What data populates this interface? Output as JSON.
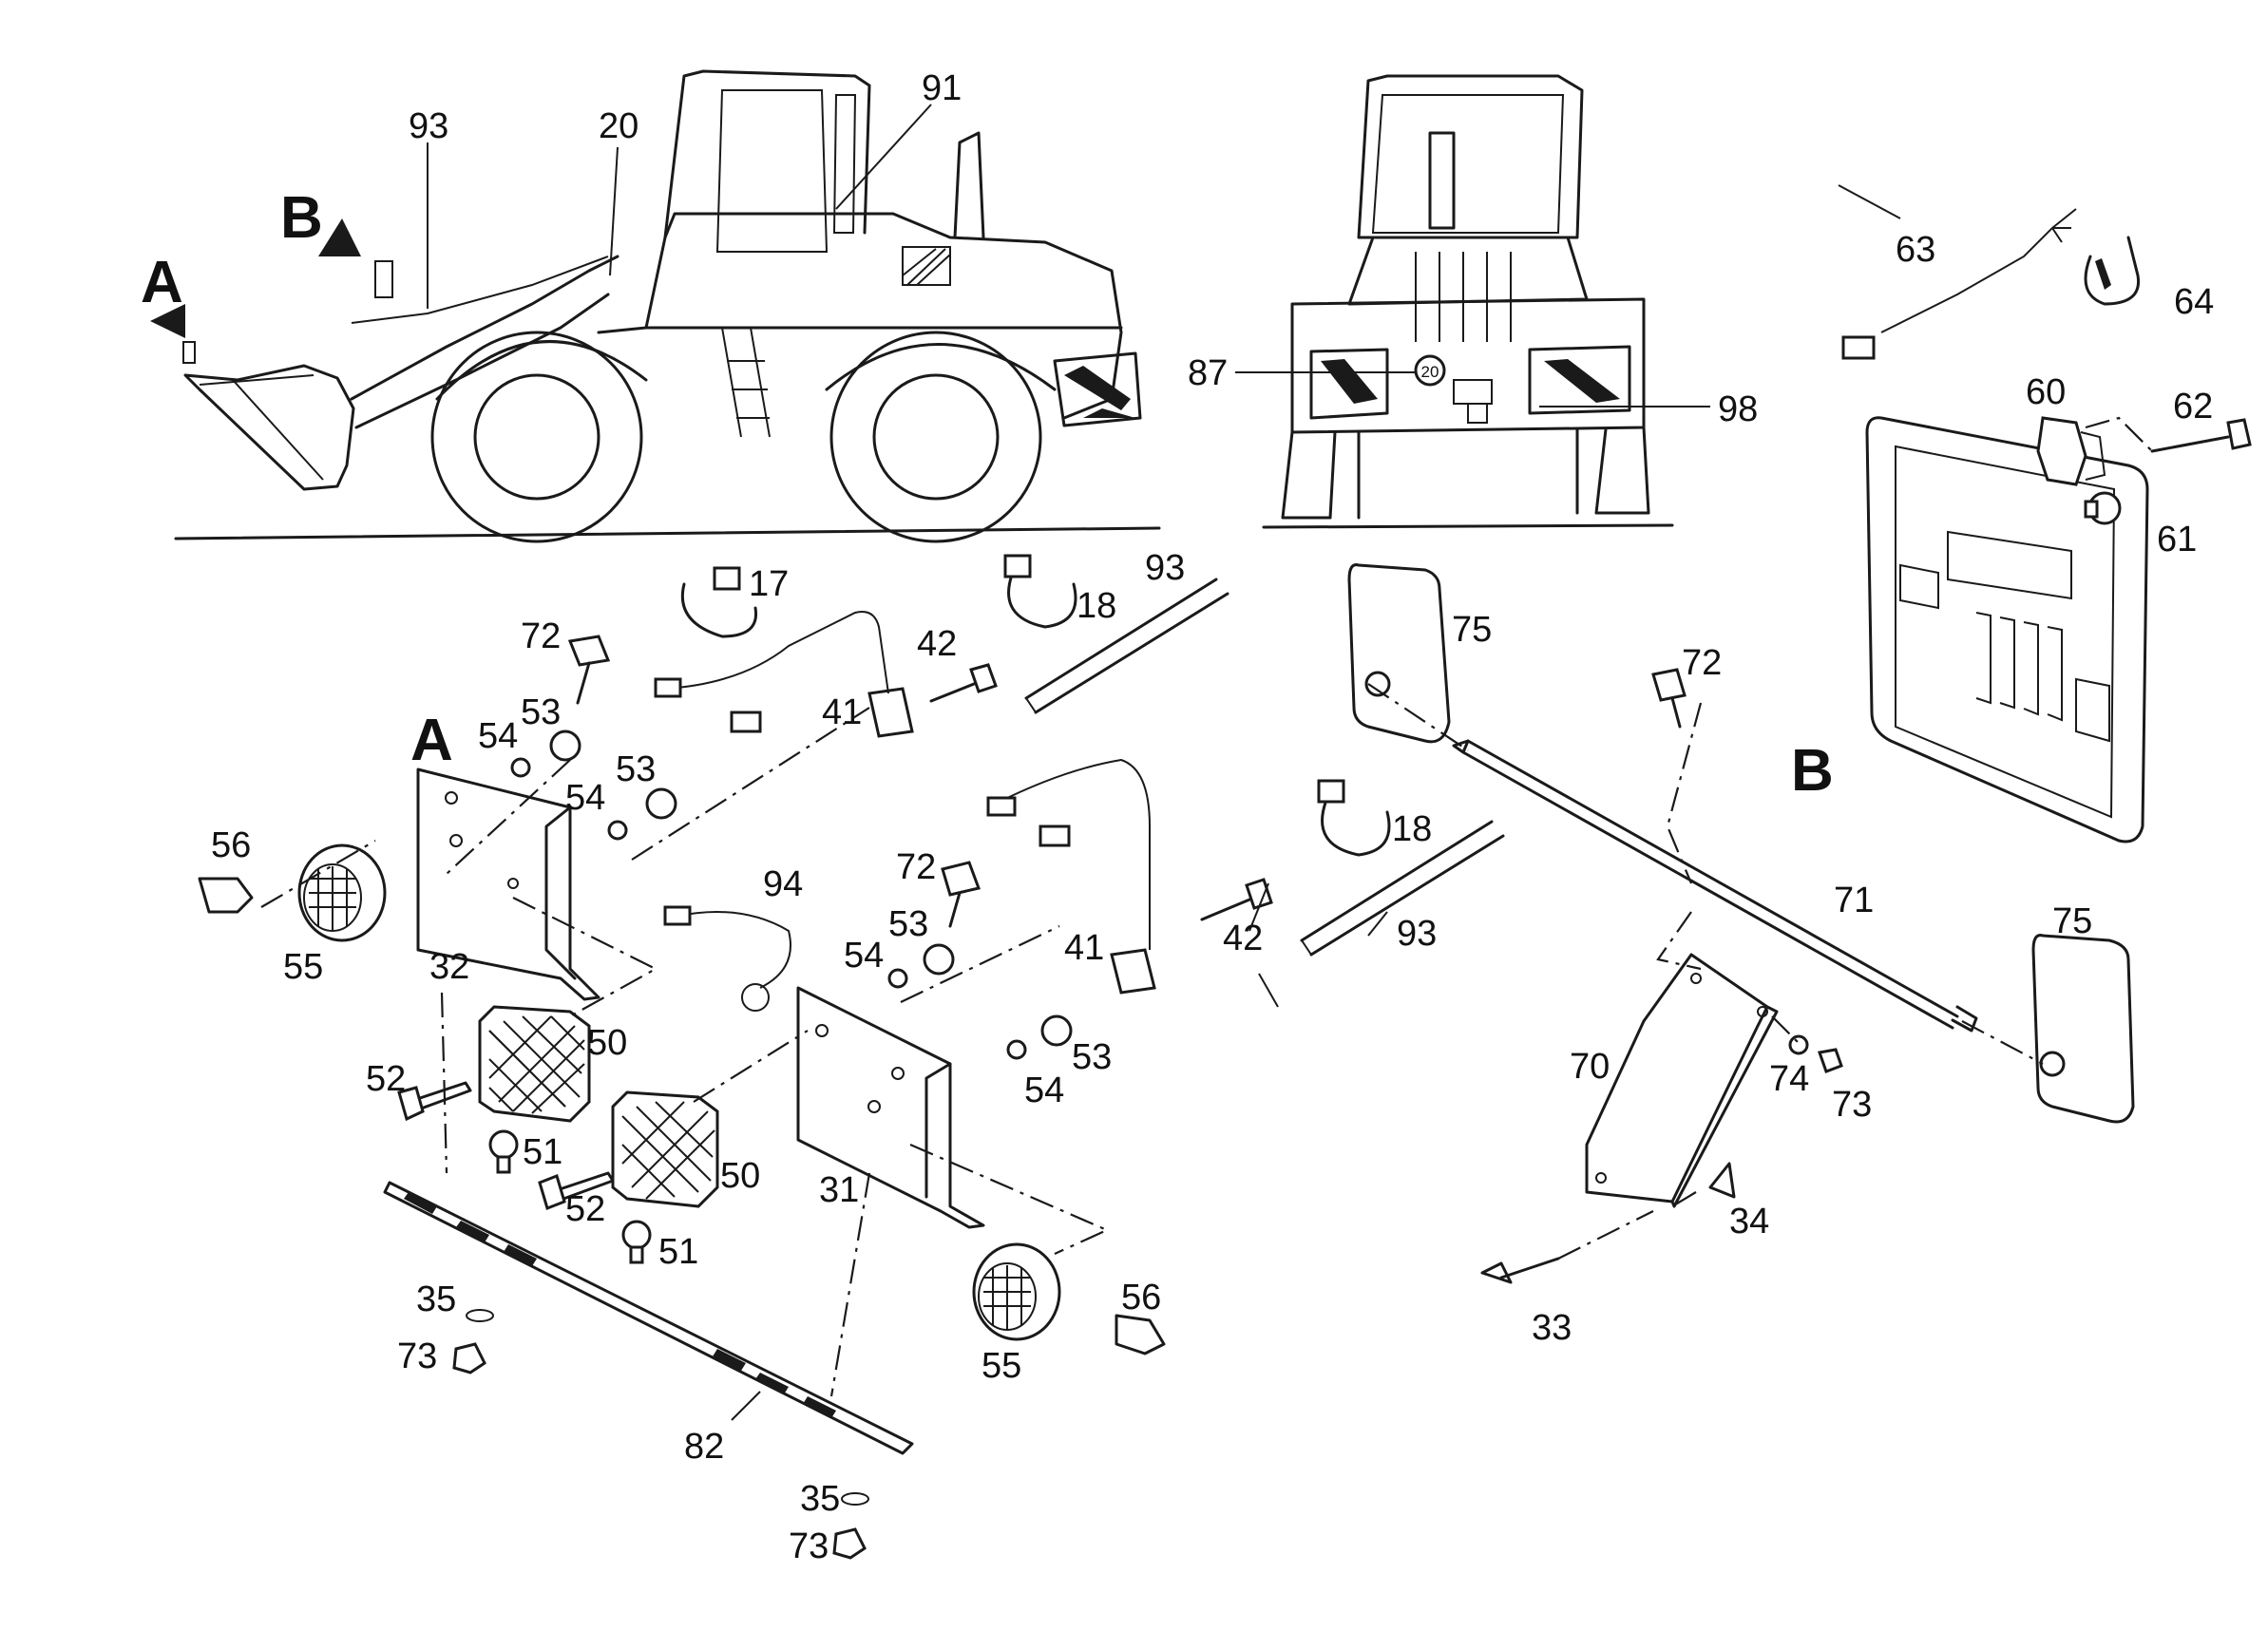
{
  "colors": {
    "ink": "#1a1a1a",
    "paper": "#ffffff"
  },
  "views": {
    "detail_a": "A",
    "detail_b": "B"
  },
  "callouts": {
    "c93a": "93",
    "c20a": "20",
    "c91": "91",
    "c87": "87",
    "c98": "98",
    "c17": "17",
    "c18a": "18",
    "c93b": "93",
    "c72a": "72",
    "c42a": "42",
    "c41a": "41",
    "c54a": "54",
    "c53a": "53",
    "c53b": "53",
    "c54b": "54",
    "c56a": "56",
    "c55a": "55",
    "c32": "32",
    "c94": "94",
    "c72b": "72",
    "c53c": "53",
    "c54c": "54",
    "c41b": "41",
    "c42b": "42",
    "c18b": "18",
    "c93c": "93",
    "c50a": "50",
    "c52a": "52",
    "c51a": "51",
    "c50b": "50",
    "c52b": "52",
    "c51b": "51",
    "c31": "31",
    "c54d": "54",
    "c53d": "53",
    "c35a": "35",
    "c73a": "73",
    "c82": "82",
    "c35b": "35",
    "c73b": "73",
    "c55b": "55",
    "c56b": "56",
    "c63": "63",
    "c64": "64",
    "c60": "60",
    "c62": "62",
    "c61": "61",
    "c75a": "75",
    "c72c": "72",
    "c71": "71",
    "c75b": "75",
    "c70": "70",
    "c74": "74",
    "c73c": "73",
    "c34": "34",
    "c33": "33",
    "badge20": "20"
  }
}
